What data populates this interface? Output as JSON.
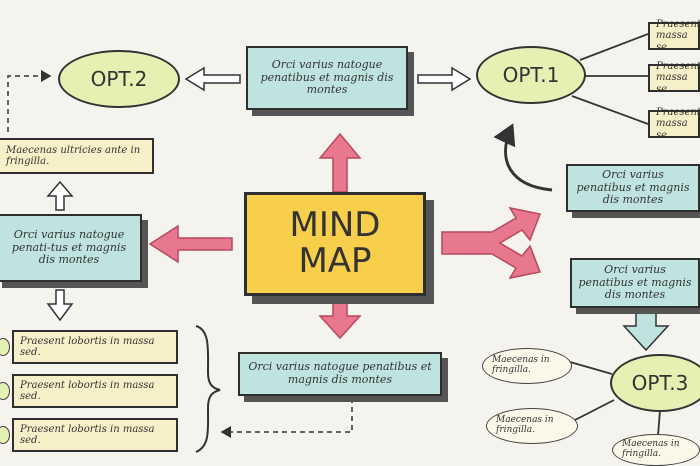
{
  "center": {
    "line1": "MIND",
    "line2": "MAP"
  },
  "options": {
    "opt1": "OPT.1",
    "opt2": "OPT.2",
    "opt3": "OPT.3"
  },
  "boxes": {
    "top_center": "Orci varius natogue penatibus et magnis dis montes",
    "left_mid": "Orci varius natogue penati-tus et magnis dis montes",
    "bottom_center": "Orci varius natogue penatibus et magnis dis montes",
    "right_mid_top": "Orci varius penatibus et magnis dis montes",
    "right_mid_bottom": "Orci varius penatibus et magnis dis montes"
  },
  "notes": {
    "left_top": "Maecenas ultricies ante in fringilla.",
    "list_1": "Praesent lobortis in massa sed.",
    "list_2": "Praesent lobortis in massa sed.",
    "list_3": "Praesent lobortis in massa sed.",
    "opt1_a": "Praesent massa se",
    "opt1_b": "Praesent massa se",
    "opt1_c": "Praesent massa se"
  },
  "pills": {
    "opt3_a": "Maecenas in fringilla.",
    "opt3_b": "Maecenas in fringilla.",
    "opt3_c": "Maecenas in fringilla."
  },
  "colors": {
    "background": "#f4f3ee",
    "teal_box": "#bfe3df",
    "cream_note": "#f7efc8",
    "center_yellow": "#f7cf4a",
    "option_green": "#e5f0b2",
    "arrow_pink": "#e8788e"
  }
}
